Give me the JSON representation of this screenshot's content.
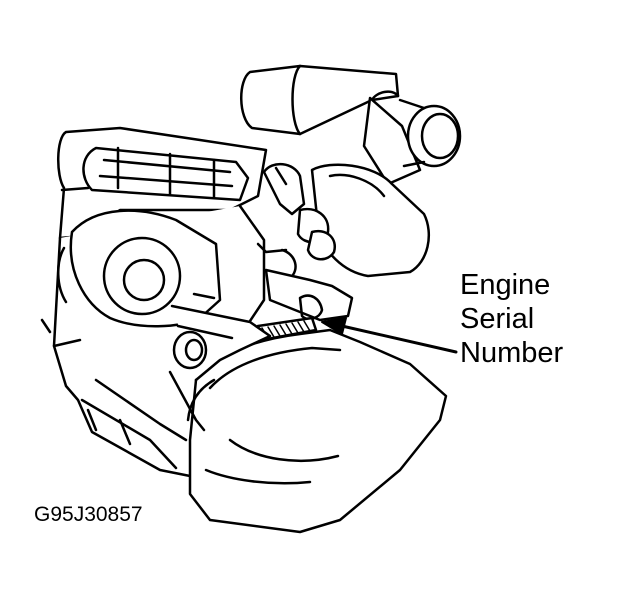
{
  "callout": {
    "lines": [
      "Engine",
      "Serial",
      "Number"
    ]
  },
  "figure_id": "G95J30857",
  "colors": {
    "line": "#000000",
    "background": "#ffffff"
  },
  "icons": {
    "engine": "engine-line-drawing",
    "pointer": "arrow-left"
  }
}
